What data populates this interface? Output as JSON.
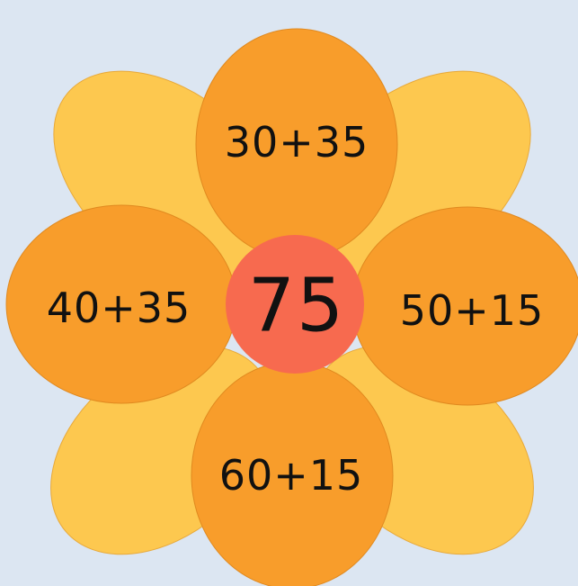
{
  "colors": {
    "background": "#dce6f2",
    "outer_petal": "#fdc84f",
    "inner_petal": "#f89d2b",
    "center": "#f76a4f",
    "text": "#111111"
  },
  "flower": {
    "center_value": "75",
    "petals": {
      "top": "30+35",
      "left": "40+35",
      "right": "50+15",
      "bottom": "60+15"
    }
  }
}
